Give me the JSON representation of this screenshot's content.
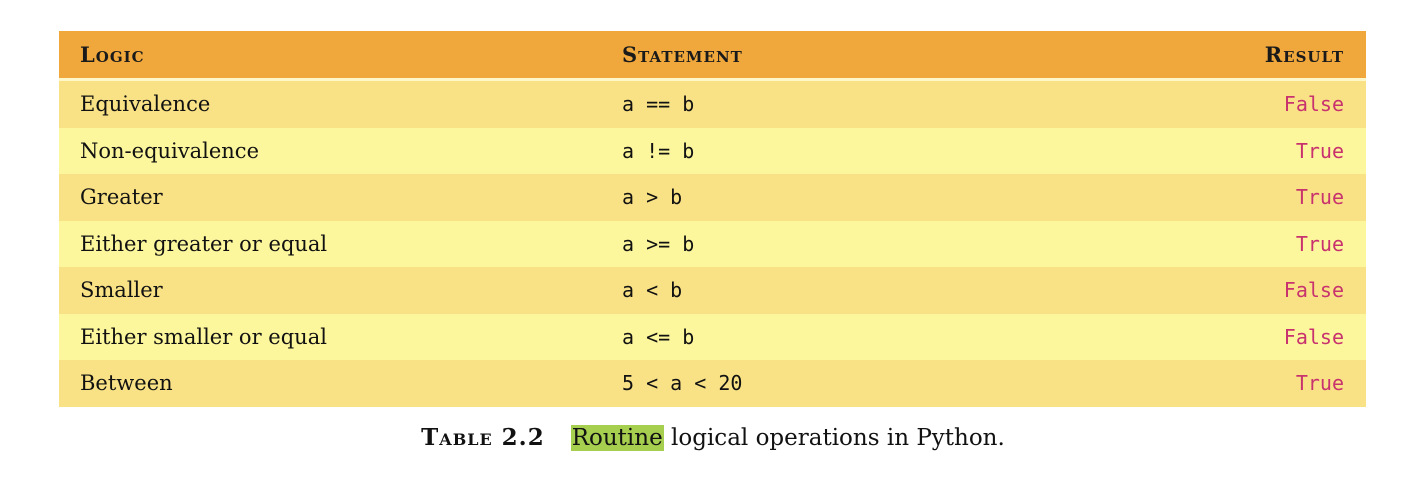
{
  "table": {
    "headers": [
      "Logic",
      "Statement",
      "Result"
    ],
    "rows": [
      {
        "logic": "Equivalence",
        "statement": "a == b",
        "result": "False"
      },
      {
        "logic": "Non-equivalence",
        "statement": "a != b",
        "result": "True"
      },
      {
        "logic": "Greater",
        "statement": "a > b",
        "result": "True"
      },
      {
        "logic": "Either greater or equal",
        "statement": "a >= b",
        "result": "True"
      },
      {
        "logic": "Smaller",
        "statement": "a < b",
        "result": "False"
      },
      {
        "logic": "Either smaller or equal",
        "statement": "a <= b",
        "result": "False"
      },
      {
        "logic": "Between",
        "statement": "5 < a < 20",
        "result": "True"
      }
    ]
  },
  "caption": {
    "label": "Table 2.2",
    "highlighted": "Routine",
    "rest": " logical operations in Python."
  },
  "colors": {
    "header_bg": "#f0a83c",
    "row_bg_a": "#f9e286",
    "row_bg_b": "#fcf69d",
    "result_text": "#c8326e",
    "highlight": "#a6cf4f"
  }
}
